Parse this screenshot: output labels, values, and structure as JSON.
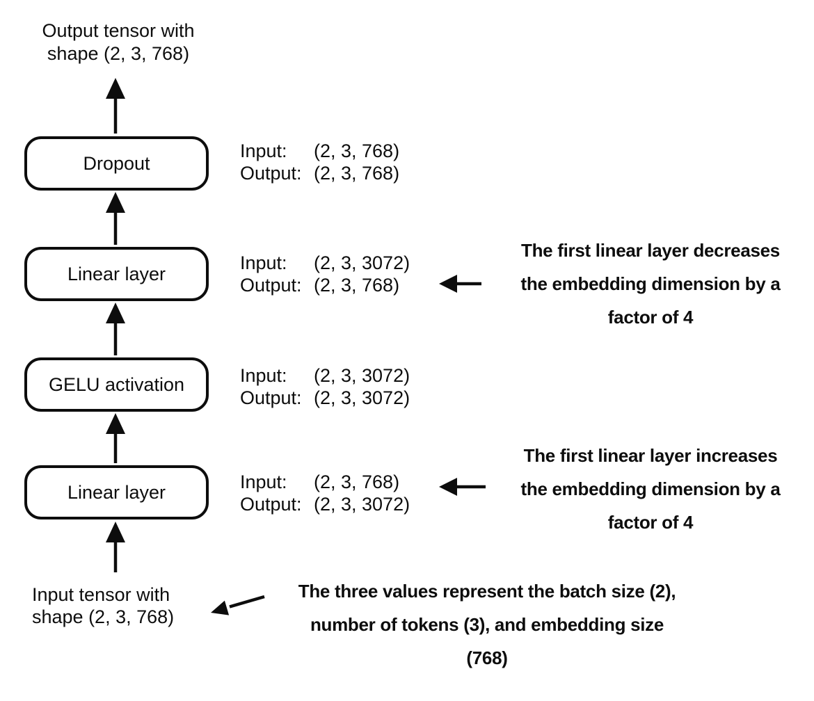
{
  "page": {
    "background": "#ffffff",
    "ink": "#0d0d0d"
  },
  "captions": {
    "output_tensor": {
      "line1": "Output tensor with",
      "line2": "shape (2, 3, 768)"
    },
    "input_tensor": {
      "line1": "Input tensor with",
      "line2": "shape (2, 3, 768)"
    }
  },
  "io_labels": {
    "input": "Input:",
    "output": "Output:"
  },
  "layers": [
    {
      "name": "Dropout",
      "input_shape": "(2, 3, 768)",
      "output_shape": "(2, 3, 768)"
    },
    {
      "name": "Linear layer",
      "input_shape": "(2, 3, 3072)",
      "output_shape": "(2, 3, 768)"
    },
    {
      "name": "GELU activation",
      "input_shape": "(2, 3, 3072)",
      "output_shape": "(2, 3, 3072)"
    },
    {
      "name": "Linear layer",
      "input_shape": "(2, 3, 768)",
      "output_shape": "(2, 3, 3072)"
    }
  ],
  "annotations": {
    "decrease": {
      "line1": "The first linear layer decreases",
      "line2": "the embedding dimension by a",
      "line3": "factor of 4"
    },
    "increase": {
      "line1": "The first linear layer increases",
      "line2": "the embedding dimension by a",
      "line3": "factor of 4"
    },
    "tensor_shape": {
      "line1": "The three values represent the batch size (2),",
      "line2": "number of tokens (3), and embedding size",
      "line3": "(768)"
    }
  }
}
